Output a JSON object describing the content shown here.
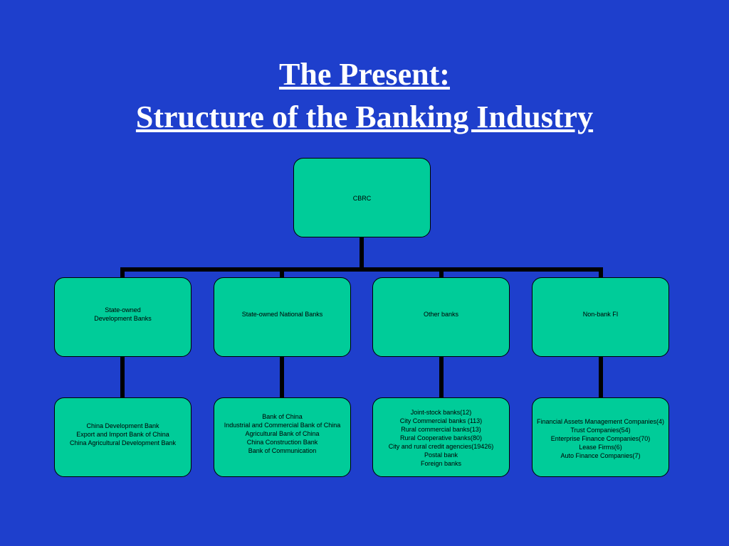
{
  "title": {
    "line1": "The Present:",
    "line2": "Structure of the Banking Industry"
  },
  "colors": {
    "background": "#1e3fcc",
    "node_fill": "#00cc99",
    "connector": "#000000",
    "title_text": "#ffffff"
  },
  "root": {
    "label": "CBRC"
  },
  "categories": [
    {
      "label_lines": [
        "State-owned",
        "Development Banks"
      ],
      "members": [
        "China Development Bank",
        "Export and Import Bank of China",
        "China Agricultural Development Bank"
      ]
    },
    {
      "label_lines": [
        "State-owned National Banks"
      ],
      "members": [
        "Bank of China",
        "Industrial and Commercial Bank of China",
        "Agricultural Bank of China",
        "China Construction Bank",
        "Bank of Communication"
      ]
    },
    {
      "label_lines": [
        "Other banks"
      ],
      "members": [
        "Joint-stock banks(12)",
        "City Commercial banks (113)",
        "Rural commercial banks(13)",
        "Rural Cooperative banks(80)",
        "City and rural credit agencies(19426)",
        "Postal bank",
        "Foreign banks"
      ]
    },
    {
      "label_lines": [
        "Non-bank FI"
      ],
      "members": [
        "Financial Assets Management Companies(4)",
        "Trust Companies(54)",
        "Enterprise Finance Companies(70)",
        "Lease Firms(6)",
        "Auto Finance Companies(7)"
      ]
    }
  ]
}
